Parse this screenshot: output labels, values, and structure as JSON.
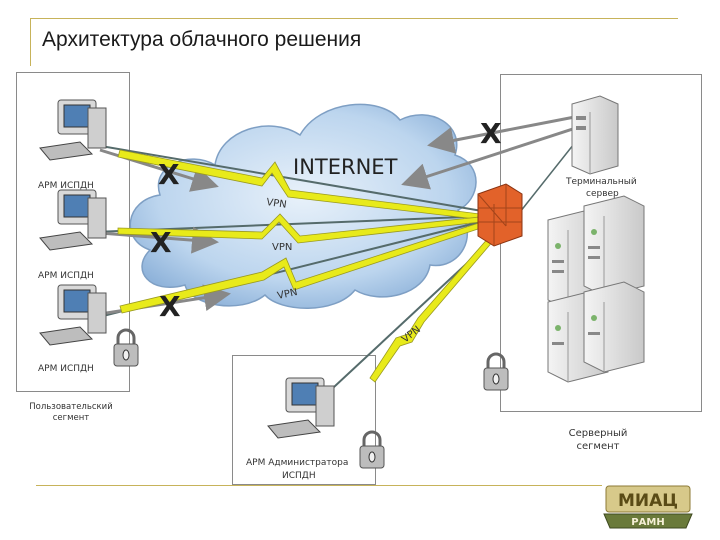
{
  "title": "Архитектура облачного решения",
  "cloud_label": "INTERNET",
  "vpn_label": "VPN",
  "block_mark": "X",
  "workstations": [
    {
      "label": "АРМ ИСПДН"
    },
    {
      "label": "АРМ ИСПДН"
    },
    {
      "label": "АРМ ИСПДН"
    }
  ],
  "user_segment": {
    "line1": "Пользовательский",
    "line2": "сегмент"
  },
  "server_segment": {
    "line1": "Серверный",
    "line2": "сегмент"
  },
  "terminal_server": {
    "line1": "Терминальный",
    "line2": "сервер"
  },
  "admin_workstation": {
    "line1": "АРМ Администратора",
    "line2": "ИСПДН"
  },
  "logo": {
    "line1": "МИАЦ",
    "line2": "РАМН"
  },
  "colors": {
    "frame": "#c7b35a",
    "cloud": "#b9d3ec",
    "cloud_edge": "#7e9fc4",
    "lightning": "#e8ea1a",
    "firewall": "#e2622a",
    "lock": "#b5b5b5"
  }
}
